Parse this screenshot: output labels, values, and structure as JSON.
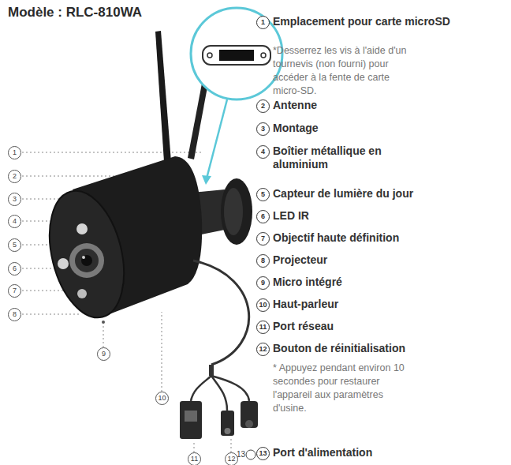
{
  "diagram": {
    "title": "Modèle : RLC-810WA",
    "labels": [
      "1",
      "2",
      "3",
      "4",
      "5",
      "6",
      "7",
      "8",
      "9",
      "10",
      "11",
      "12",
      "13",
      "1",
      "Emplacement pour carte microSD",
      "*Desserrez les vis à l'aide d'un tournevis (non fourni) pour accéder à la fente de carte micro-SD.",
      "2",
      "Antenne",
      "3",
      "Montage",
      "4",
      "Boîtier métallique en aluminium",
      "5",
      "Capteur de lumière du jour",
      "6",
      "LED IR",
      "7",
      "Objectif haute définition",
      "8",
      "Projecteur",
      "9",
      "Micro intégré",
      "10",
      "Haut-parleur",
      "11",
      "Port réseau",
      "12",
      "Bouton de réinitialisation",
      "* Appuyez pendant environ 10 secondes pour restaurer l'appareil aux paramètres d'usine.",
      "13",
      "Port d'alimentation"
    ]
  }
}
